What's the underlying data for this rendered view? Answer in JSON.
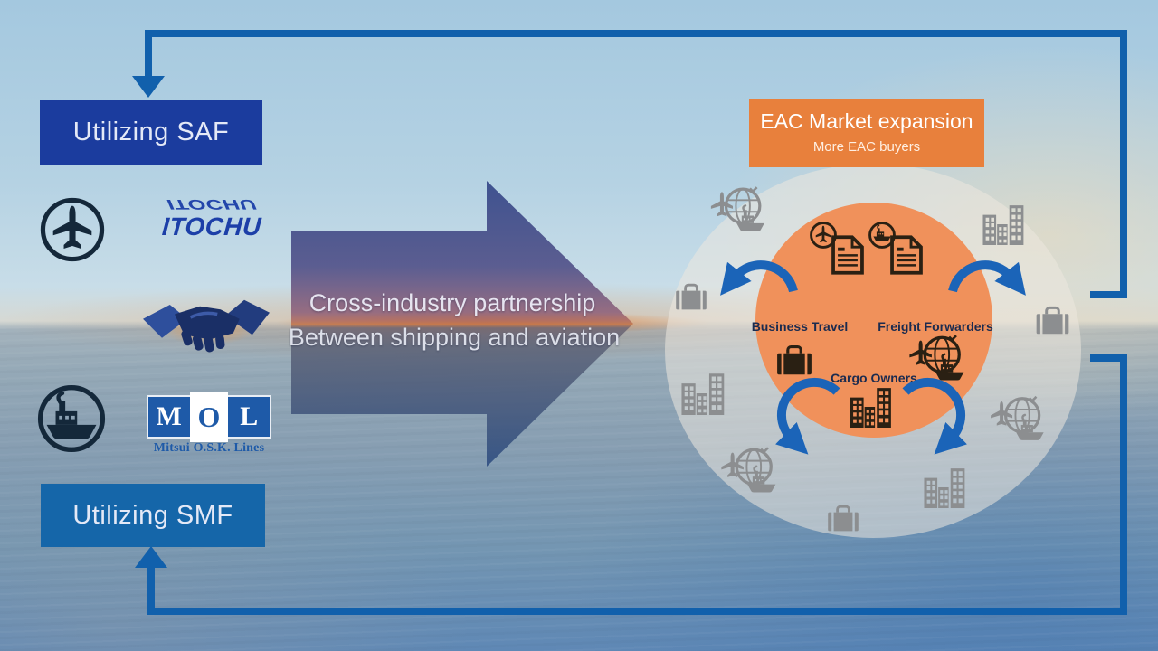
{
  "left_flow": {
    "saf_label": "Utilizing SAF",
    "smf_label": "Utilizing SMF",
    "itochu_logo_text": "ITOCHU",
    "mol_logo": {
      "m": "M",
      "o": "O",
      "l": "L",
      "caption": "Mitsui O.S.K. Lines"
    }
  },
  "center_arrow": {
    "line1": "Cross-industry partnership",
    "line2": "Between shipping and aviation"
  },
  "eac": {
    "title": "EAC Market expansion",
    "subtitle": "More EAC buyers",
    "labels": {
      "business_travel": "Business Travel",
      "freight_forwarders": "Freight Forwarders",
      "cargo_owners": "Cargo Owners"
    }
  },
  "icons": [
    "airplane-circle-icon",
    "ship-circle-icon",
    "handshake-icon",
    "certificate-aviation-icon",
    "certificate-shipping-icon",
    "briefcase-icon",
    "buildings-icon",
    "plane-globe-ship-icon",
    "curved-arrow-icon"
  ],
  "colors": {
    "deep_blue_box": "#1B3C9E",
    "medium_blue_box": "#1566A9",
    "connector_blue": "#1160AC",
    "orange": "#E8803C",
    "inner_circle_orange": "#F0915B",
    "arc_blue": "#1B64B8",
    "gray_icon": "#8C8E90",
    "dark_icon": "#2A2013",
    "navy_text": "#1B2B4F",
    "itochu_blue": "#1C3FA8",
    "mol_blue": "#1E5AA8"
  }
}
